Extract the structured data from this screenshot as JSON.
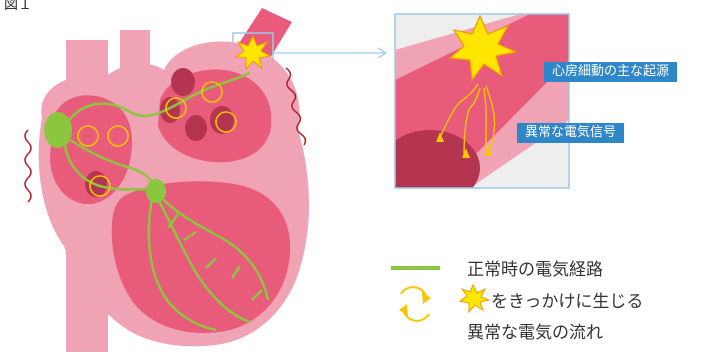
{
  "figure_label": "図１",
  "inset": {
    "label_origin": "心房細動の主な起源",
    "label_signal": "異常な電気信号"
  },
  "legend": {
    "normal_path": "正常時の電気経路",
    "abnormal_line1_suffix": "をきっかけに生じる",
    "abnormal_line2": "異常な電気の流れ"
  },
  "colors": {
    "tissue_pink": "#f0a3b4",
    "chamber_red": "#e85b7b",
    "vessel_dark": "#c8405f",
    "conduction_green": "#8cc63f",
    "spark_yellow": "#ffe600",
    "spark_orange": "#f39800",
    "arrow_yellow": "#f7c600",
    "callout_blue": "#2f86c8",
    "inset_border": "#9dc9e6",
    "wave_red": "#b0202f"
  },
  "icons": [
    "spark-icon",
    "circular-arrows-icon"
  ]
}
